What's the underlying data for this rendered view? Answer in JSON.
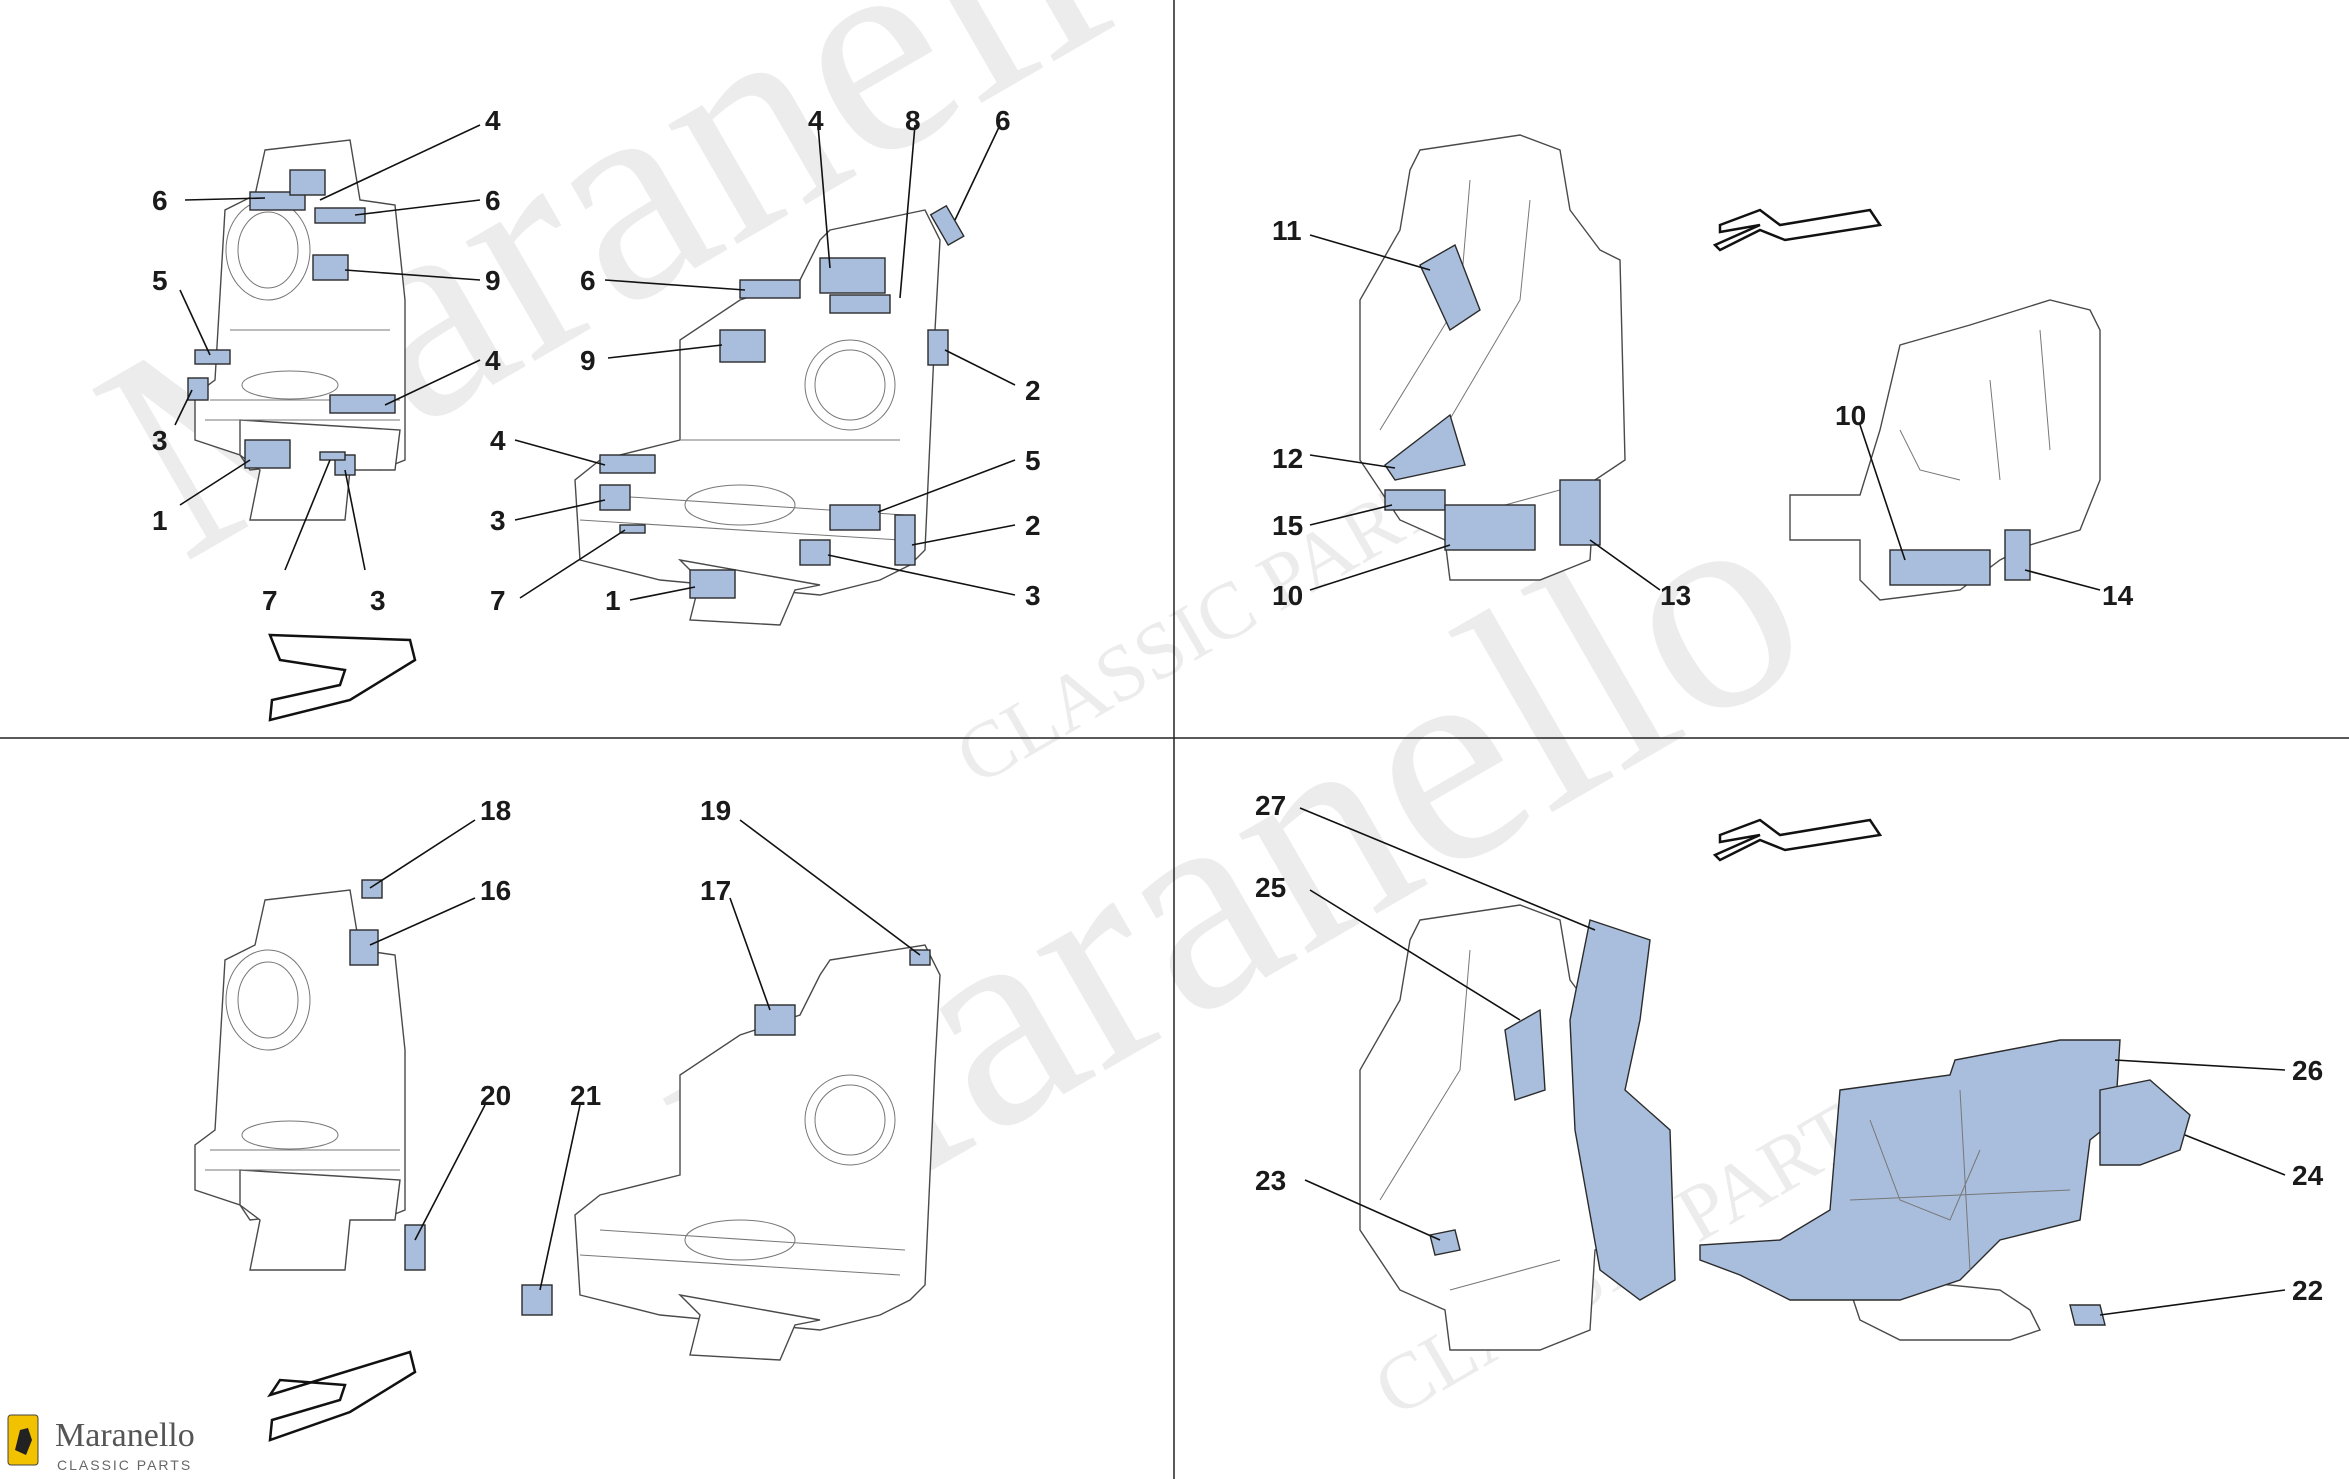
{
  "watermark": {
    "brand": "Maranello",
    "tagline": "CLASSIC PARTS"
  },
  "logo": {
    "name": "Maranello",
    "tagline": "CLASSIC PARTS",
    "icon": "prancing-horse-icon"
  },
  "colors": {
    "part_highlight": "#a9bedd",
    "outline": "#2b2b2b",
    "background": "#ffffff"
  },
  "quadrants": {
    "top_left": {
      "callouts": [
        "4",
        "6",
        "6",
        "9",
        "5",
        "4",
        "3",
        "1",
        "7",
        "3",
        "4",
        "6",
        "8",
        "6",
        "9",
        "2",
        "4",
        "5",
        "3",
        "2",
        "7",
        "1",
        "3"
      ]
    },
    "top_right": {
      "callouts": [
        "11",
        "12",
        "15",
        "10",
        "13",
        "10",
        "14"
      ]
    },
    "bottom_left": {
      "callouts": [
        "18",
        "16",
        "20",
        "21",
        "19",
        "17"
      ]
    },
    "bottom_right": {
      "callouts": [
        "27",
        "25",
        "23",
        "26",
        "24",
        "22"
      ]
    }
  }
}
